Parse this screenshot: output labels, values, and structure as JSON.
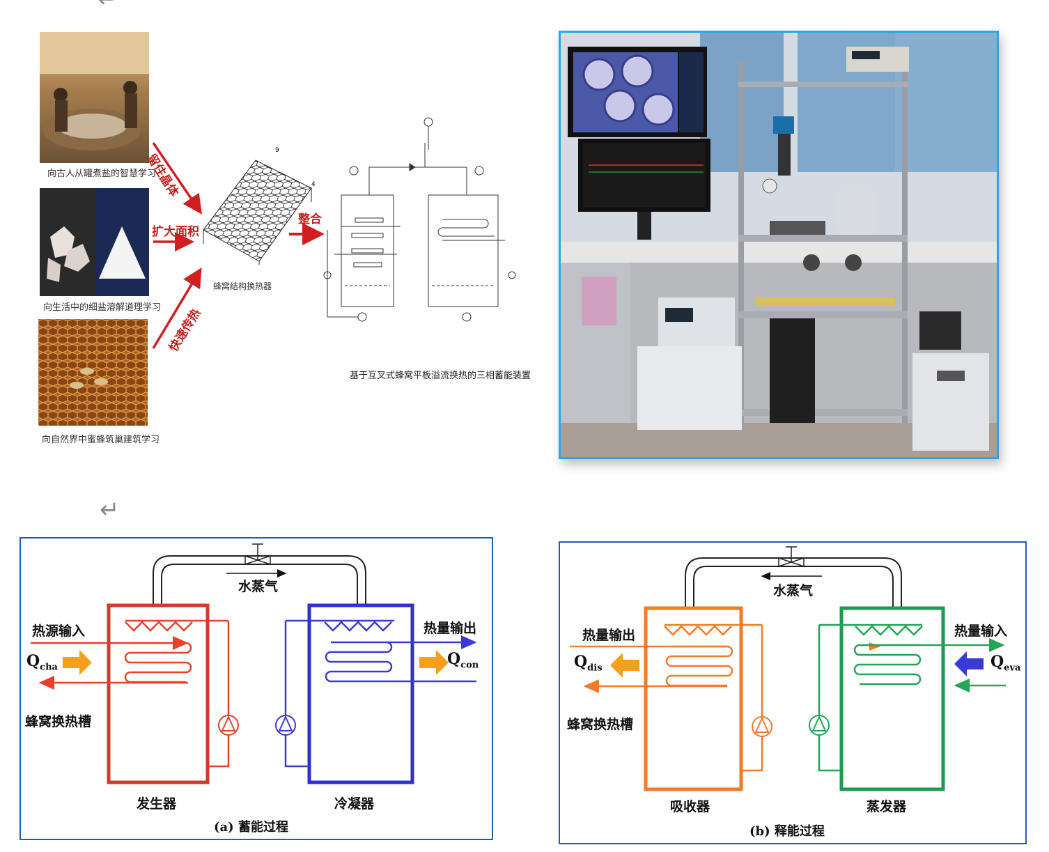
{
  "top_left_figure": {
    "captions": {
      "salt_learning": "向古人从罐煮盐的智慧学习",
      "crystal_learning": "向生活中的细盐溶解道理学习",
      "bee_learning": "向自然界中蜜蜂筑巢建筑学习",
      "honeycomb_exchanger": "蜂窝结构换热器",
      "device": "基于互叉式蜂窝平板溢流换热的三相蓄能装置"
    },
    "arrow_labels": {
      "retain_crystal": "留住晶体",
      "enlarge_area": "扩大面积",
      "fast_heat": "快速传热",
      "integrate": "整合"
    }
  },
  "photo_lab": {
    "name": "实验台照片",
    "frame_color": "#2ea6e6"
  },
  "diagram_a": {
    "vapor": "水蒸气",
    "heat_in": "热源输入",
    "heat_out": "热量输出",
    "q_left_main": "Q",
    "q_left_sub": "cha",
    "q_right_main": "Q",
    "q_right_sub": "con",
    "tank_label": "蜂窝换热槽",
    "left_vessel": "发生器",
    "right_vessel": "冷凝器",
    "caption": "(a) 蓄能过程",
    "colors": {
      "left": "#e8412a",
      "right": "#3a3ad8",
      "arrow": "#f5a01a"
    }
  },
  "diagram_b": {
    "vapor": "水蒸气",
    "heat_out": "热量输出",
    "heat_in": "热量输入",
    "q_left_main": "Q",
    "q_left_sub": "dis",
    "q_right_main": "Q",
    "q_right_sub": "eva",
    "tank_label": "蜂窝换热槽",
    "left_vessel": "吸收器",
    "right_vessel": "蒸发器",
    "caption": "(b) 释能过程",
    "colors": {
      "left": "#f47a26",
      "right": "#22a556",
      "arrow_left": "#f5a01a",
      "arrow_right": "#3a3ad8"
    }
  }
}
